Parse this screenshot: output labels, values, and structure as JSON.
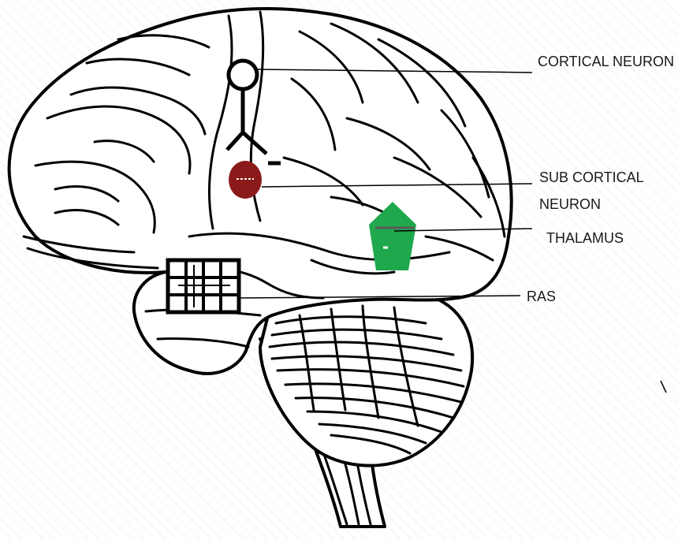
{
  "diagram": {
    "labels": {
      "cortical_neuron": "CORTICAL NEURON",
      "sub_cortical_line1": "SUB CORTICAL",
      "sub_cortical_line2": "NEURON",
      "thalamus": "THALAMUS",
      "ras": "RAS"
    },
    "colors": {
      "sub_cortical_neuron": "#8b1a1a",
      "thalamus": "#1fa84c",
      "outline": "#000000",
      "background": "#ffffff"
    },
    "icons": {
      "cortical_neuron": "stick-figure-neuron-icon",
      "sub_cortical_neuron": "filled-circle-icon",
      "thalamus": "pentagon-icon",
      "ras": "grid-mesh-icon"
    }
  }
}
